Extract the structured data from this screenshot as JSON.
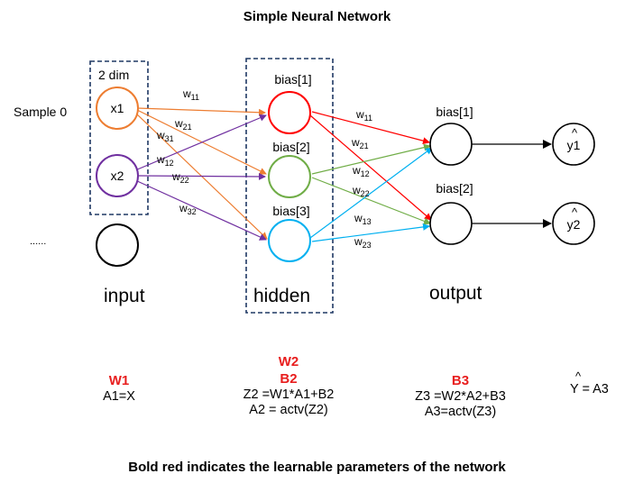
{
  "title": "Simple Neural Network",
  "sample_label": "Sample 0",
  "more_samples": "......",
  "dim_label": "2 dim",
  "inputs": [
    "x1",
    "x2"
  ],
  "hidden_biases": [
    "bias[1]",
    "bias[2]",
    "bias[3]"
  ],
  "output_biases": [
    "bias[1]",
    "bias[2]"
  ],
  "outputs": [
    {
      "hat": "^",
      "name": "y1"
    },
    {
      "hat": "^",
      "name": "y2"
    }
  ],
  "layer1_weights": [
    {
      "base": "w",
      "sub": "11"
    },
    {
      "base": "w",
      "sub": "21"
    },
    {
      "base": "w",
      "sub": "31"
    },
    {
      "base": "w",
      "sub": "12"
    },
    {
      "base": "w",
      "sub": "22"
    },
    {
      "base": "w",
      "sub": "32"
    }
  ],
  "layer2_weights": [
    {
      "base": "w",
      "sub": "11"
    },
    {
      "base": "w",
      "sub": "21"
    },
    {
      "base": "w",
      "sub": "12"
    },
    {
      "base": "w",
      "sub": "22"
    },
    {
      "base": "w",
      "sub": "13"
    },
    {
      "base": "w",
      "sub": "23"
    }
  ],
  "layer_labels": {
    "input": "input",
    "hidden": "hidden",
    "output": "output"
  },
  "equations": {
    "input": {
      "params": [
        "W1"
      ],
      "lines": [
        "A1=X"
      ]
    },
    "hidden": {
      "params": [
        "W2",
        "B2"
      ],
      "lines": [
        "Z2 =W1*A1+B2",
        "A2 = actv(Z2)"
      ]
    },
    "output": {
      "params": [
        "B3"
      ],
      "lines": [
        "Z3 =W2*A2+B3",
        "A3=actv(Z3)"
      ]
    },
    "final": {
      "hat": "^",
      "text": "Y = A3"
    }
  },
  "footer": "Bold red indicates the learnable parameters of the network",
  "colors": {
    "input_x1": "#ed7d31",
    "input_x2": "#7030a0",
    "hidden_1": "#ff0000",
    "hidden_2": "#70ad47",
    "hidden_3": "#00b0f0",
    "dashed_box": "#1f3864",
    "learnable": "#e81e1e"
  }
}
